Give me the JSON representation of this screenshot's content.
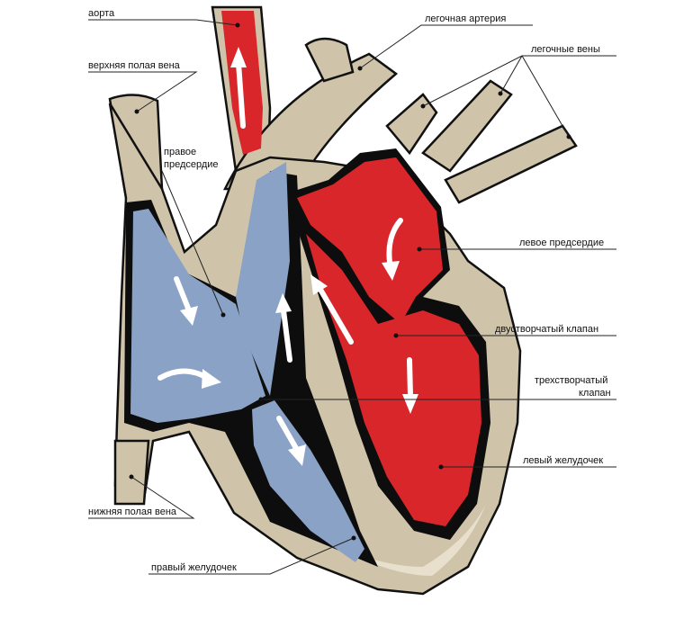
{
  "labels": {
    "aorta": "аорта",
    "superior_vena_cava": "верхняя полая вена",
    "right_atrium_line1": "правое",
    "right_atrium_line2": "предсердие",
    "pulmonary_artery": "легочная артерия",
    "pulmonary_veins": "легочные вены",
    "left_atrium": "левое предсердие",
    "bicuspid_valve": "двустворчатый клапан",
    "tricuspid_valve_line1": "трехстворчатый",
    "tricuspid_valve_line2": "клапан",
    "left_ventricle": "левый желудочек",
    "inferior_vena_cava": "нижняя полая вена",
    "right_ventricle": "правый желудочек"
  },
  "colors": {
    "oxygenated_blood": "#d8262a",
    "deoxygenated_blood": "#8aa2c6",
    "tissue": "#cfc4aa",
    "outline": "#111111"
  }
}
